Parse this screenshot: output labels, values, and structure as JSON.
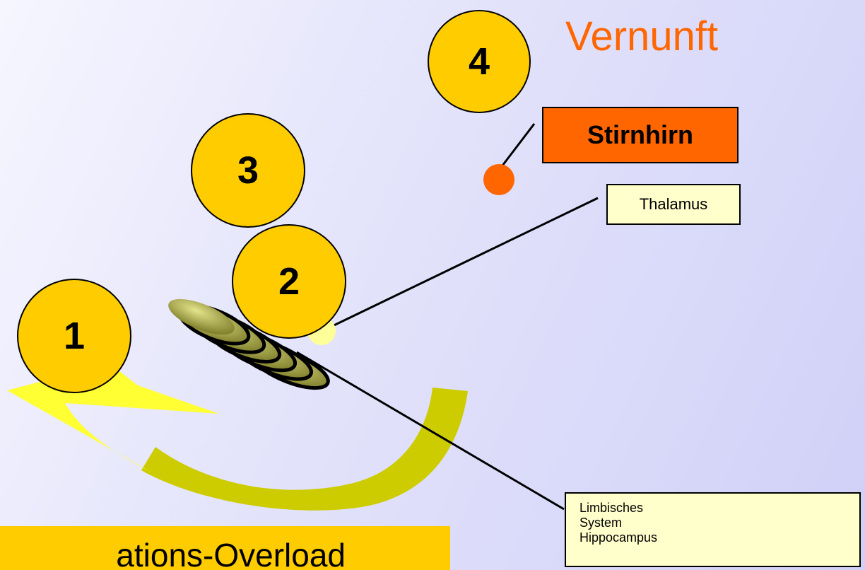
{
  "title": "Vernunft",
  "levels": [
    {
      "label": "1"
    },
    {
      "label": "2"
    },
    {
      "label": "3"
    },
    {
      "label": "4"
    }
  ],
  "labels": {
    "stirnhirn": "Stirnhirn",
    "thalamus": "Thalamus",
    "limbic": [
      "Limbisches",
      "System",
      "Hippocampus"
    ]
  },
  "footer_text": "ations-Overload",
  "colors": {
    "circle_fill": "#ffcc00",
    "accent_orange": "#ff6600",
    "callout_fill": "#ffffcc",
    "arrow_yellow": "#ffff33",
    "arrow_olive": "#cccc00"
  }
}
